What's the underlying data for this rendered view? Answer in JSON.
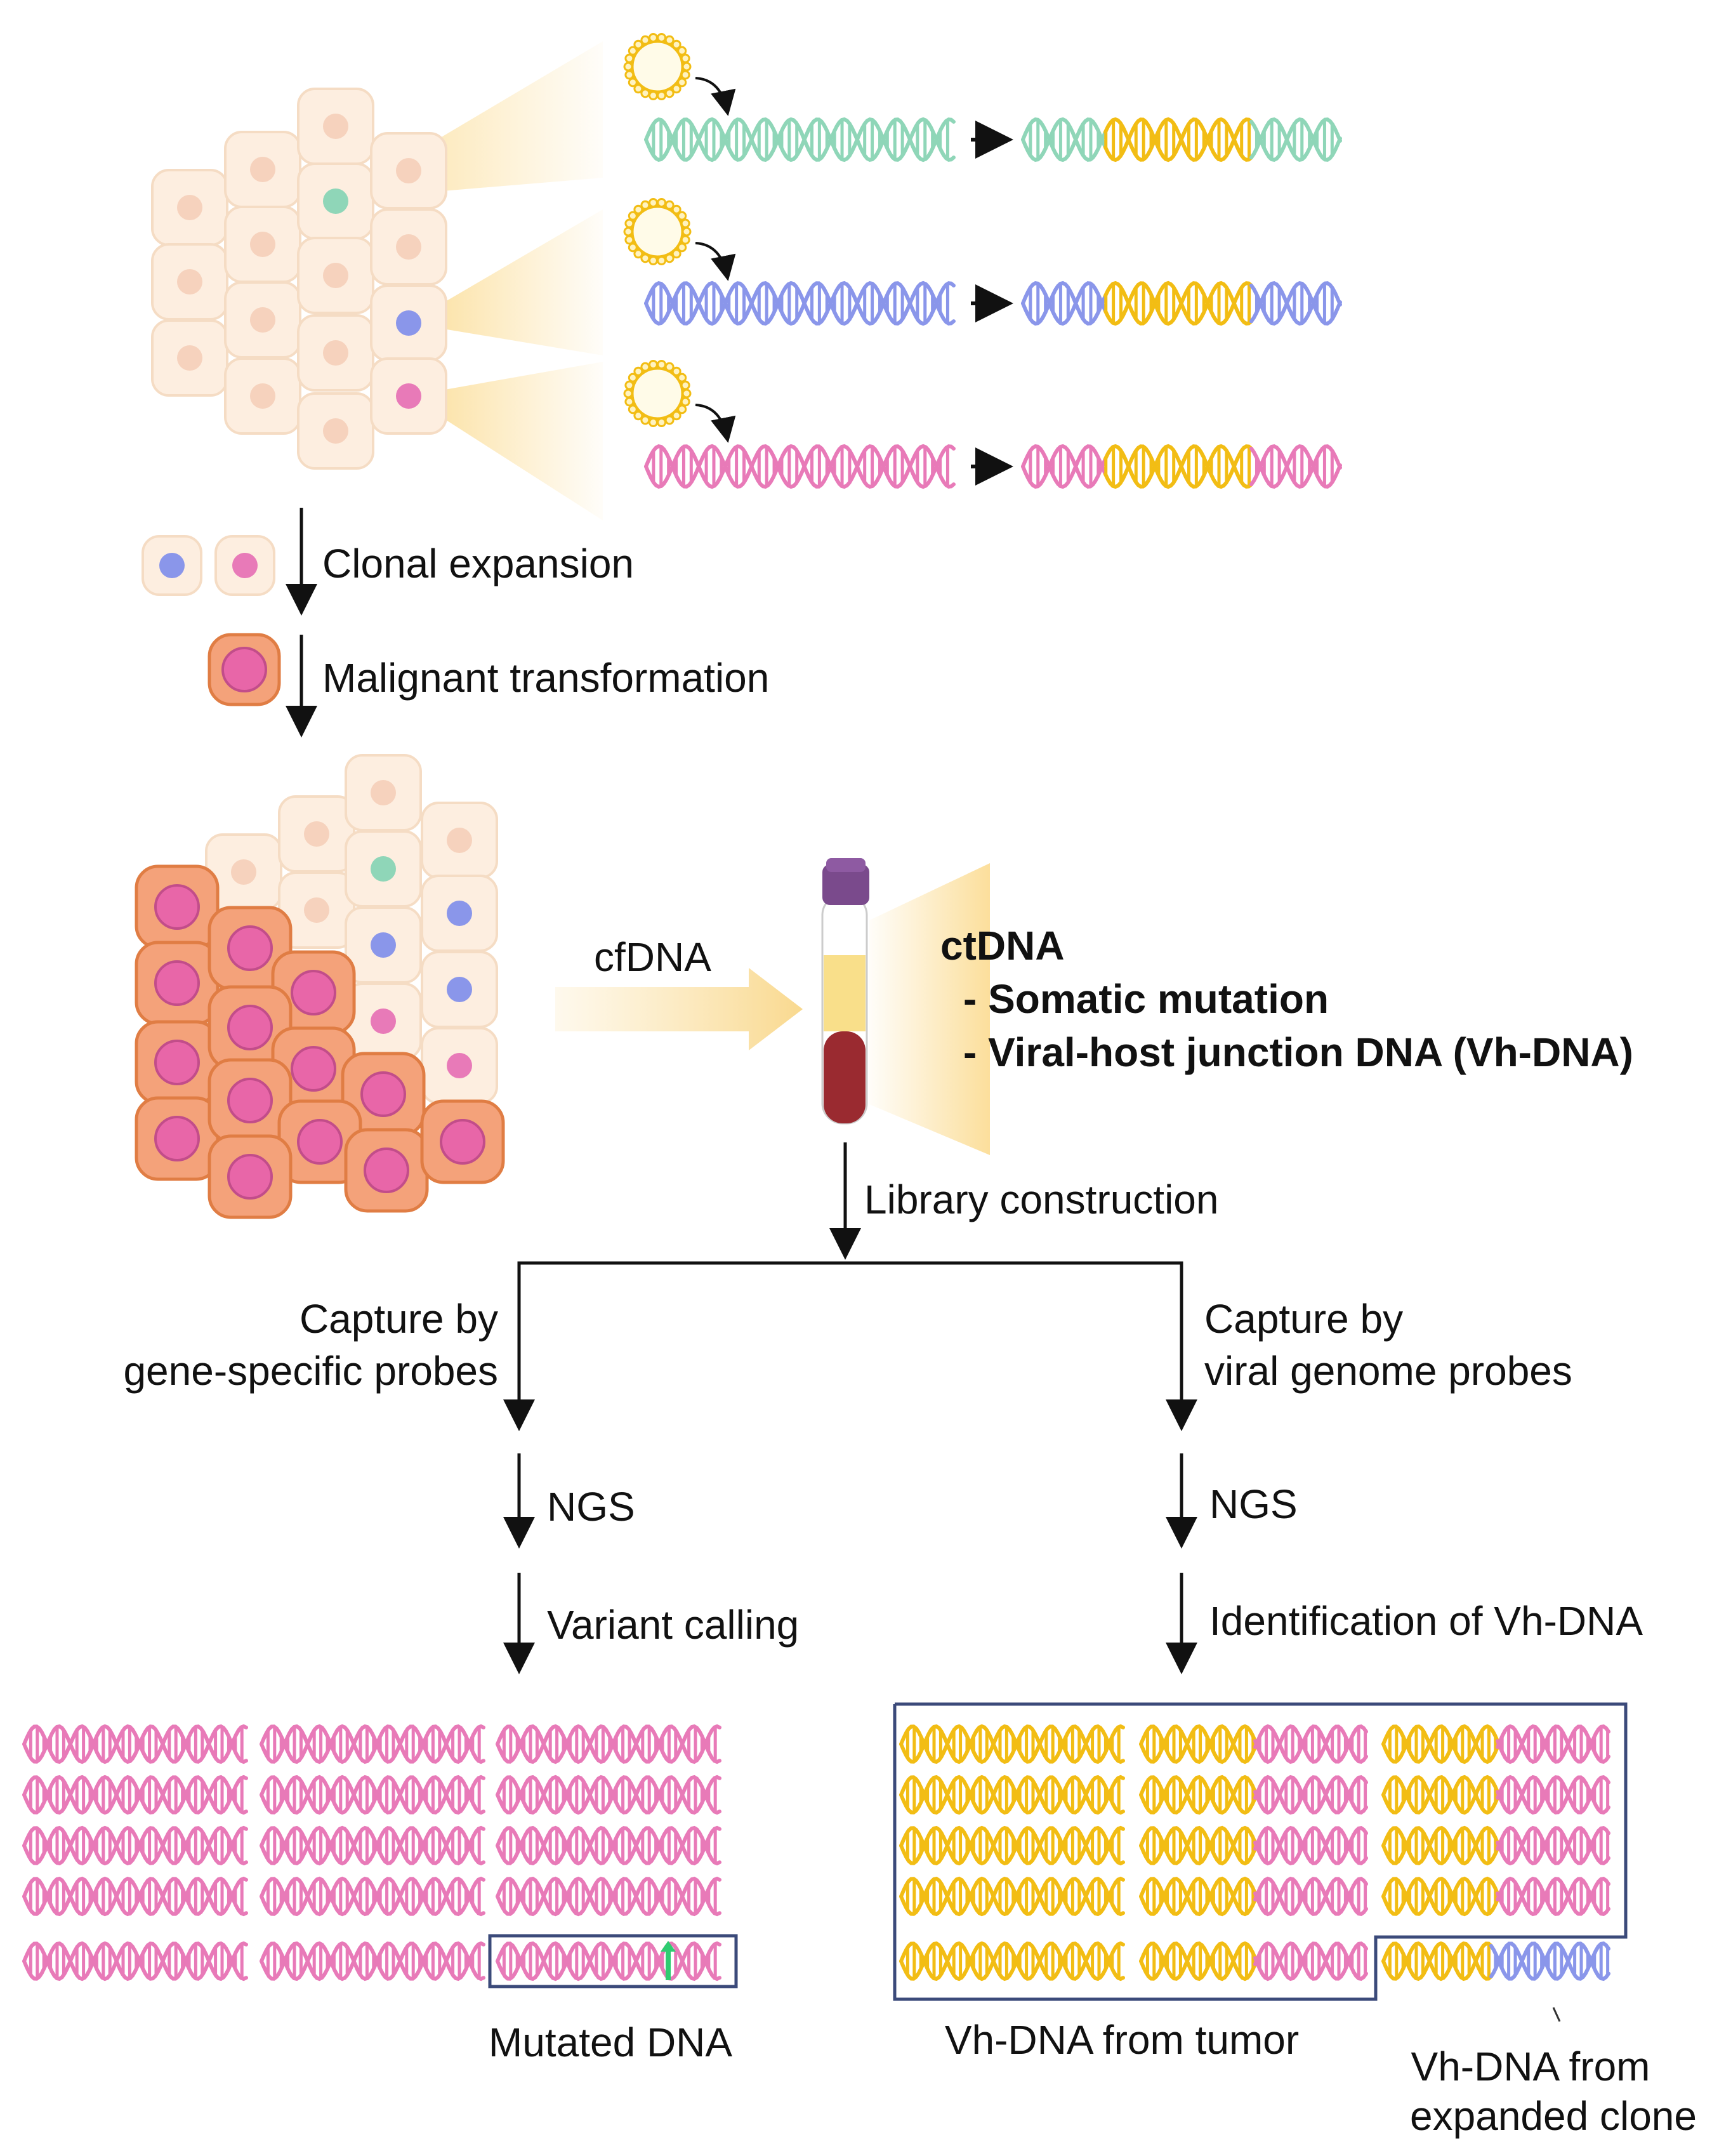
{
  "labels": {
    "clonal_expansion": "Clonal expansion",
    "malignant_transformation": "Malignant transformation",
    "cfdna": "cfDNA",
    "ctdna": "ctDNA",
    "somatic_mutation": "- Somatic mutation",
    "vh_dna_junction": "- Viral-host junction DNA (Vh-DNA)",
    "library_construction": "Library construction",
    "capture_gene_line1": "Capture by",
    "capture_gene_line2": "gene-specific probes",
    "capture_viral_line1": "Capture by",
    "capture_viral_line2": "viral genome probes",
    "ngs_left": "NGS",
    "ngs_right": "NGS",
    "variant_calling": "Variant calling",
    "identification_vh": "Identification of Vh-DNA",
    "mutated_dna": "Mutated DNA",
    "vh_from_tumor": "Vh-DNA from tumor",
    "vh_from_clone_line1": "Vh-DNA from",
    "vh_from_clone_line2": "expanded clone"
  },
  "colors": {
    "green": "#8fd6b8",
    "blue": "#8a96ea",
    "pink": "#e87ab8",
    "viral_yellow": "#f2bd14",
    "cell_fill": "#fdeee0",
    "cell_stroke": "#f5dcc4",
    "nucleus": "#f6d2bd",
    "tumor_fill": "#f4a27a",
    "tumor_stroke": "#e07d44",
    "tumor_nucleus": "#e866a8",
    "plasma": "#f9df8a",
    "blood": "#9a2a30",
    "tube_cap": "#7a4a8c",
    "box_outline": "#3b4a7a",
    "mutation_mark": "#2ecc71"
  }
}
